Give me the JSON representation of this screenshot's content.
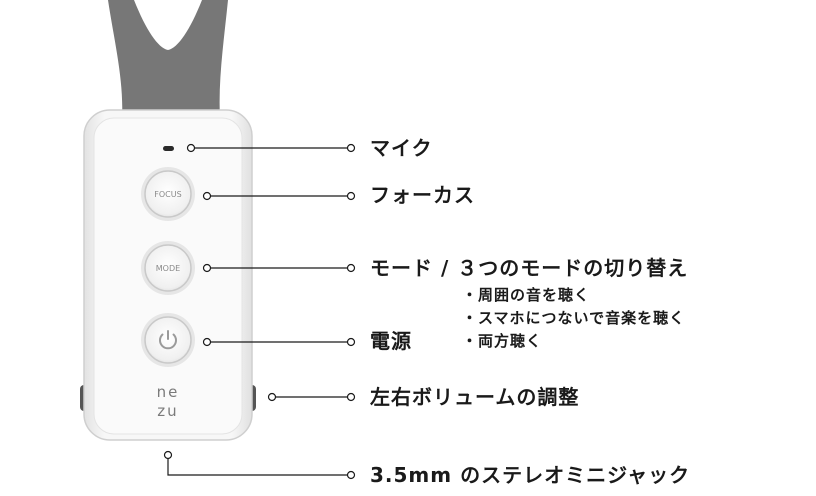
{
  "device": {
    "focus_button": "FOCUS",
    "mode_button": "MODE",
    "power_icon": "power-icon",
    "brand_line1": "ne",
    "brand_line2": "zu"
  },
  "callouts": {
    "mic": "マイク",
    "focus": "フォーカス",
    "mode": "モード / ３つのモードの切り替え",
    "mode_options": [
      "・周囲の音を聴く",
      "・スマホにつないで音楽を聴く",
      "・両方聴く"
    ],
    "power": "電源",
    "volume": "左右ボリュームの調整",
    "jack": "3.5mm のステレオミニジャック"
  },
  "colors": {
    "strap": "#777777",
    "body": "#f4f4f4",
    "line": "#1a1a1a"
  }
}
